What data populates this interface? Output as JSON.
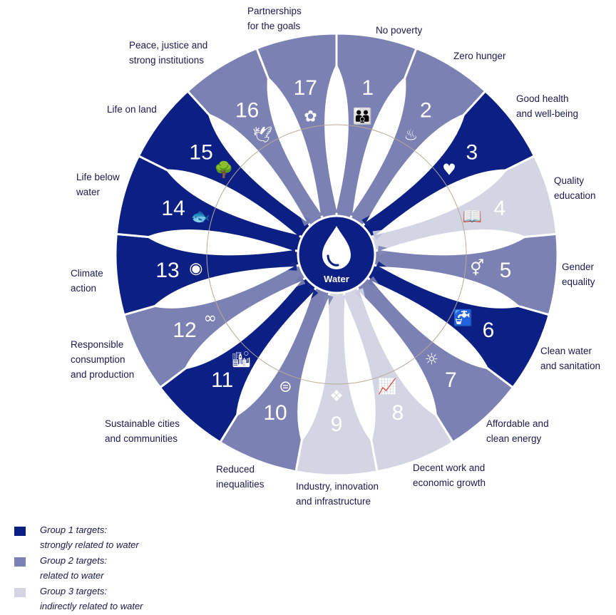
{
  "colors": {
    "group1": "#0b1f84",
    "group2": "#7b81b2",
    "group3": "#d3d5e3",
    "center_circle": "#0b1f84",
    "inner_ring": "#b8aa98",
    "label_text": "#1a1a50"
  },
  "center": {
    "label": "Water",
    "icon": "water-drop-icon"
  },
  "goals": [
    {
      "number": "1",
      "label_lines": [
        "No poverty"
      ],
      "group": 2,
      "icon": "family-icon"
    },
    {
      "number": "2",
      "label_lines": [
        "Zero hunger"
      ],
      "group": 2,
      "icon": "food-bowl-icon"
    },
    {
      "number": "3",
      "label_lines": [
        "Good health",
        "and well-being"
      ],
      "group": 1,
      "icon": "heartbeat-icon"
    },
    {
      "number": "4",
      "label_lines": [
        "Quality",
        "education"
      ],
      "group": 3,
      "icon": "book-icon"
    },
    {
      "number": "5",
      "label_lines": [
        "Gender",
        "equality"
      ],
      "group": 2,
      "icon": "gender-icon"
    },
    {
      "number": "6",
      "label_lines": [
        "Clean water",
        "and sanitation"
      ],
      "group": 1,
      "icon": "water-tap-icon"
    },
    {
      "number": "7",
      "label_lines": [
        "Affordable and",
        "clean energy"
      ],
      "group": 2,
      "icon": "sun-power-icon"
    },
    {
      "number": "8",
      "label_lines": [
        "Decent work and",
        "economic growth"
      ],
      "group": 3,
      "icon": "growth-chart-icon"
    },
    {
      "number": "9",
      "label_lines": [
        "Industry, innovation",
        "and infrastructure"
      ],
      "group": 3,
      "icon": "cubes-icon"
    },
    {
      "number": "10",
      "label_lines": [
        "Reduced",
        "inequalities"
      ],
      "group": 2,
      "icon": "equals-icon"
    },
    {
      "number": "11",
      "label_lines": [
        "Sustainable cities",
        "and communities"
      ],
      "group": 1,
      "icon": "city-icon"
    },
    {
      "number": "12",
      "label_lines": [
        "Responsible",
        "consumption",
        "and production"
      ],
      "group": 2,
      "icon": "infinity-icon"
    },
    {
      "number": "13",
      "label_lines": [
        "Climate",
        "action"
      ],
      "group": 1,
      "icon": "globe-eye-icon"
    },
    {
      "number": "14",
      "label_lines": [
        "Life below",
        "water"
      ],
      "group": 1,
      "icon": "fish-icon"
    },
    {
      "number": "15",
      "label_lines": [
        "Life on land"
      ],
      "group": 1,
      "icon": "tree-icon"
    },
    {
      "number": "16",
      "label_lines": [
        "Peace, justice and",
        "strong institutions"
      ],
      "group": 2,
      "icon": "dove-gavel-icon"
    },
    {
      "number": "17",
      "label_lines": [
        "Partnerships",
        "for the goals"
      ],
      "group": 2,
      "icon": "rings-icon"
    }
  ],
  "legend": [
    {
      "group": 1,
      "line1": "Group 1 targets:",
      "line2": "strongly related to water"
    },
    {
      "group": 2,
      "line1": "Group 2 targets:",
      "line2": "related to water"
    },
    {
      "group": 3,
      "line1": "Group 3 targets:",
      "line2": "indirectly related to water"
    }
  ]
}
